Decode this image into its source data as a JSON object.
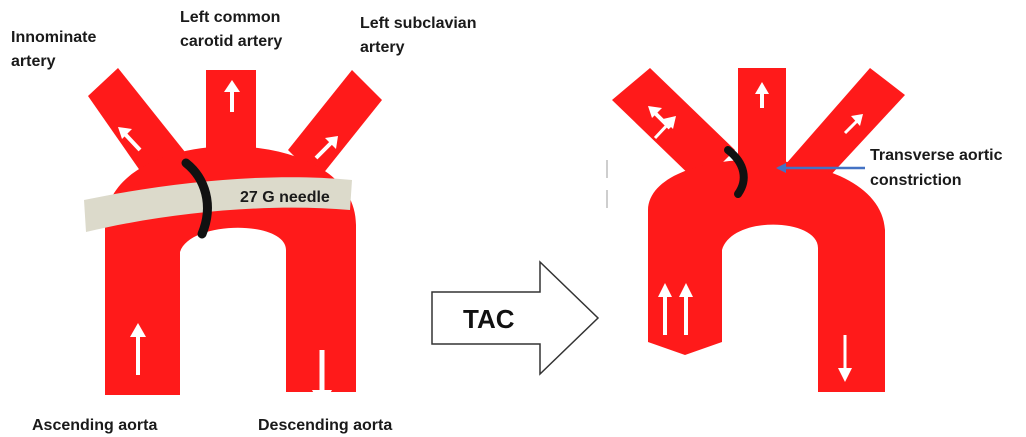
{
  "labels": {
    "innominate_1": "Innominate",
    "innominate_2": "artery",
    "lcca_1": "Left common",
    "lcca_2": "carotid artery",
    "lsa_1": "Left subclavian",
    "lsa_2": "artery",
    "needle": "27 G needle",
    "ascending": "Ascending aorta",
    "descending": "Descending aorta",
    "tac": "TAC",
    "constriction_1": "Transverse aortic",
    "constriction_2": "constriction"
  },
  "colors": {
    "vessel": "#ff1a1a",
    "needle": "#dcdacb",
    "suture": "#111111",
    "flow_arrow": "#ffffff",
    "pointer_arrow": "#4472c4",
    "text": "#1a1a1a"
  }
}
